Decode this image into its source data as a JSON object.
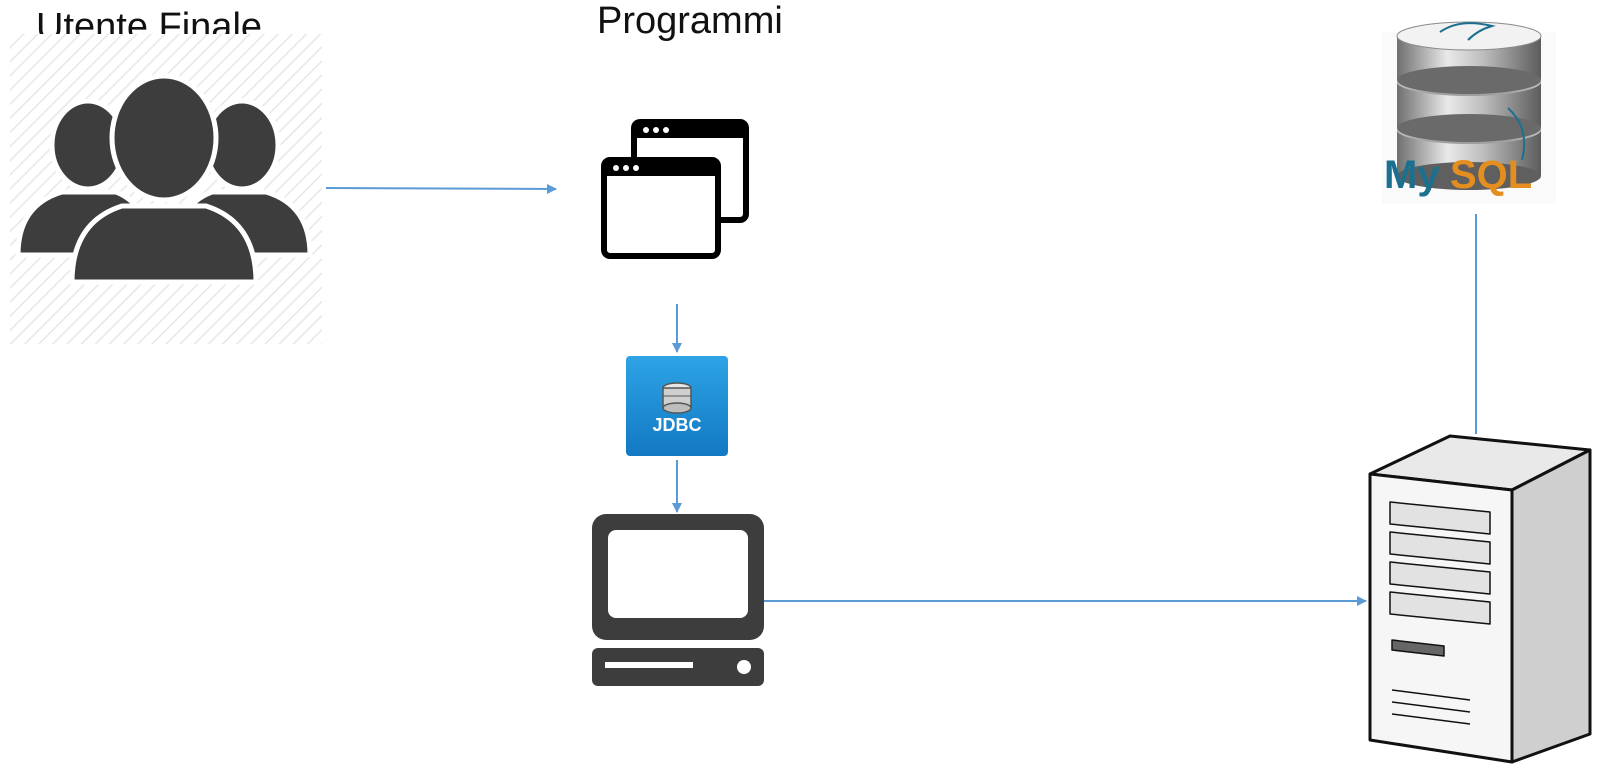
{
  "labels": {
    "end_user": "Utente Finale",
    "programs": "Programmi",
    "jdbc": "JDBC",
    "mysql_prefix": "My",
    "mysql_suffix": "SQL"
  },
  "colors": {
    "connector": "#5b9bd5",
    "icon_dark": "#3d3d3d",
    "jdbc_blue": "#1d8fd6",
    "mysql_blue": "#1b6f8f",
    "mysql_orange": "#e48e1f"
  },
  "icons": [
    "users-group-icon",
    "app-windows-icon",
    "jdbc-database-icon",
    "computer-terminal-icon",
    "mysql-database-icon",
    "server-tower-icon"
  ]
}
